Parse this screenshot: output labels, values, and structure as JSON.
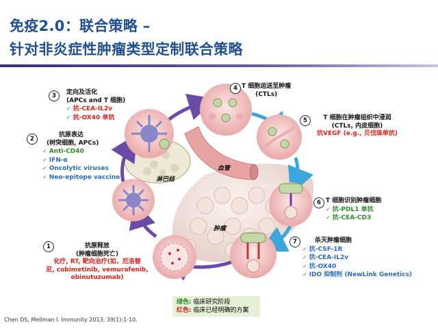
{
  "title_line1": "免疫2.0：联合策略 –",
  "title_line2": "针对非炎症性肿瘤类型定制联合策略",
  "steps": [
    {
      "num": "1",
      "lines": [
        "抗原释放",
        "(肿瘤细胞死亡)"
      ],
      "red": [
        "化疗, RT, 靶向治疗(如，厄洛替",
        "尼, cobimetinib, vemurafenib,",
        "obinutuzumab)"
      ]
    },
    {
      "num": "2",
      "lines": [
        "抗原表达",
        "(树突细胞, APCs)"
      ],
      "green": [
        "Anti-CD40"
      ],
      "blue": [
        "IFN-α",
        "Oncolytic viruses",
        "Neo-epitope vaccine"
      ]
    },
    {
      "num": "3",
      "lines": [
        "定向及活化",
        "(APCs and T 细胞)"
      ],
      "red": [
        "抗-CEA-IL2v",
        "抗-OX40 单抗"
      ]
    },
    {
      "num": "4",
      "lines": [
        "T 细胞运送至肿瘤",
        "(CTLs)"
      ]
    },
    {
      "num": "5",
      "lines": [
        "T 细胞在肿瘤组织中浸润",
        "(CTLs, 内皮细胞)"
      ],
      "red": [
        "抗VEGF (e.g., 贝伐珠单抗)"
      ]
    },
    {
      "num": "6",
      "lines": [
        "T 细胞识别肿瘤细胞"
      ],
      "green": [
        "抗-PDL1 单抗",
        "抗-CEA-CD3"
      ]
    },
    {
      "num": "7",
      "lines": [
        "杀灭肿瘤细胞"
      ],
      "blue": [
        "抗-CSF-1R",
        "抗-CEA-IL2v",
        "抗-OX40",
        "IDO 抑制剂 (NewLink Genetics)"
      ]
    }
  ],
  "labels": {
    "lymph": "淋巴结",
    "vessel": "血管",
    "tumor": "肿瘤"
  },
  "legend": {
    "green_key": "绿色:",
    "green_text": " 临床研究阶段",
    "red_key": "红色:",
    "red_text": " 临床已经明确的方案"
  },
  "citation": "Chen DS, Mellman I. Immunity 2013; 39(1):1-10."
}
